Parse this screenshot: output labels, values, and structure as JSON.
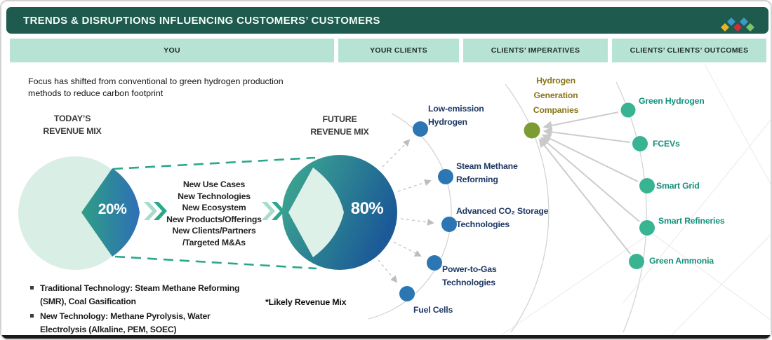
{
  "title": "TRENDS & DISRUPTIONS INFLUENCING CUSTOMERS’ CUSTOMERS",
  "tabs": [
    {
      "label": "YOU"
    },
    {
      "label": "YOUR CLIENTS"
    },
    {
      "label": "CLIENTS’ IMPERATIVES"
    },
    {
      "label": "CLIENTS’ CLIENTS’ OUTCOMES"
    }
  ],
  "note": "Focus has shifted from conventional to green hydrogen production methods to reduce carbon footprint",
  "revenue": {
    "today": {
      "label_line1": "TODAY’S",
      "label_line2": "REVENUE MIX",
      "value": "20%"
    },
    "future": {
      "label_line1": "FUTURE",
      "label_line2": "REVENUE MIX",
      "value": "80%"
    },
    "drivers": [
      "New Use Cases",
      "New Technologies",
      "New Ecosystem",
      "New Products/Offerings",
      "New Clients/Partners",
      "/Targeted M&As"
    ],
    "footnote": "*Likely Revenue Mix"
  },
  "legend": [
    "Traditional Technology: Steam Methane Reforming (SMR), Coal Gasification",
    "New Technology: Methane Pyrolysis, Water Electrolysis (Alkaline, PEM, SOEC)"
  ],
  "client_technologies": [
    {
      "lines": [
        "Low-emission",
        "Hydrogen"
      ]
    },
    {
      "lines": [
        "Steam Methane",
        "Reforming"
      ]
    },
    {
      "lines": [
        "Advanced CO₂ Storage",
        "Technologies"
      ]
    },
    {
      "lines": [
        "Power-to-Gas",
        "Technologies"
      ]
    },
    {
      "lines": [
        "Fuel Cells"
      ]
    }
  ],
  "hub": {
    "lines": [
      "Hydrogen",
      "Generation",
      "Companies"
    ]
  },
  "outcomes": [
    "Green Hydrogen",
    "FCEVs",
    "Smart Grid",
    "Smart Refineries",
    "Green Ammonia"
  ],
  "colors": {
    "titlebar_bg": "#1e5a4d",
    "tab_bg": "#b7e3d4",
    "teal_accent": "#2da78c",
    "gradient_green": "#3fae8f",
    "gradient_blue": "#1b5a97",
    "mint_circle": "#d9eee4",
    "blue_node": "#2d76b4",
    "green_node": "#38b493",
    "olive_node": "#7d9b33",
    "navy_label": "#1f3864",
    "teal_label": "#14917a",
    "gold_label": "#8a761c",
    "logo_diamonds": [
      "#e9b41f",
      "#3a9bc8",
      "#d92a3d",
      "#3a9bc8",
      "#7cc46a"
    ]
  }
}
